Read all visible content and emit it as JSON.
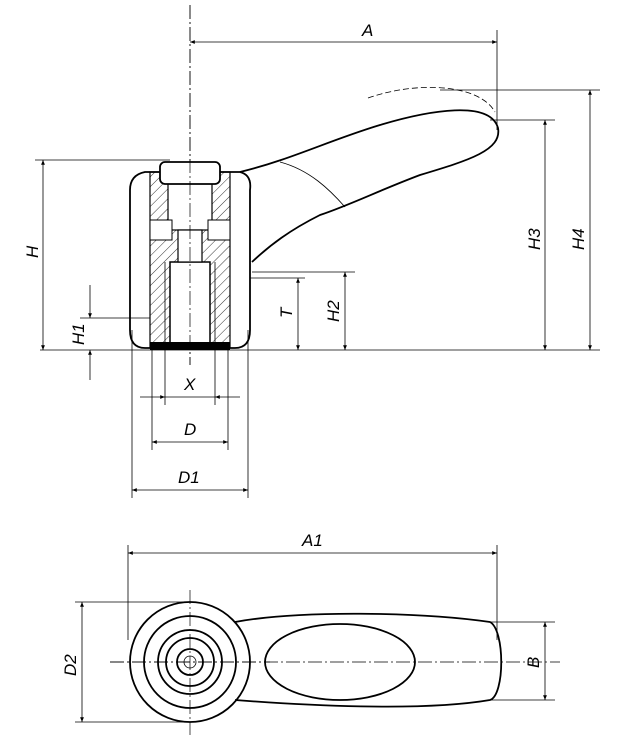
{
  "drawing": {
    "side_view_labels": {
      "A": "A",
      "H": "H",
      "H1": "H1",
      "X": "X",
      "D": "D",
      "D1": "D1",
      "T": "T",
      "H2": "H2",
      "H3": "H3",
      "H4": "H4"
    },
    "top_view_labels": {
      "A1": "A1",
      "D2": "D2",
      "B": "B"
    }
  }
}
